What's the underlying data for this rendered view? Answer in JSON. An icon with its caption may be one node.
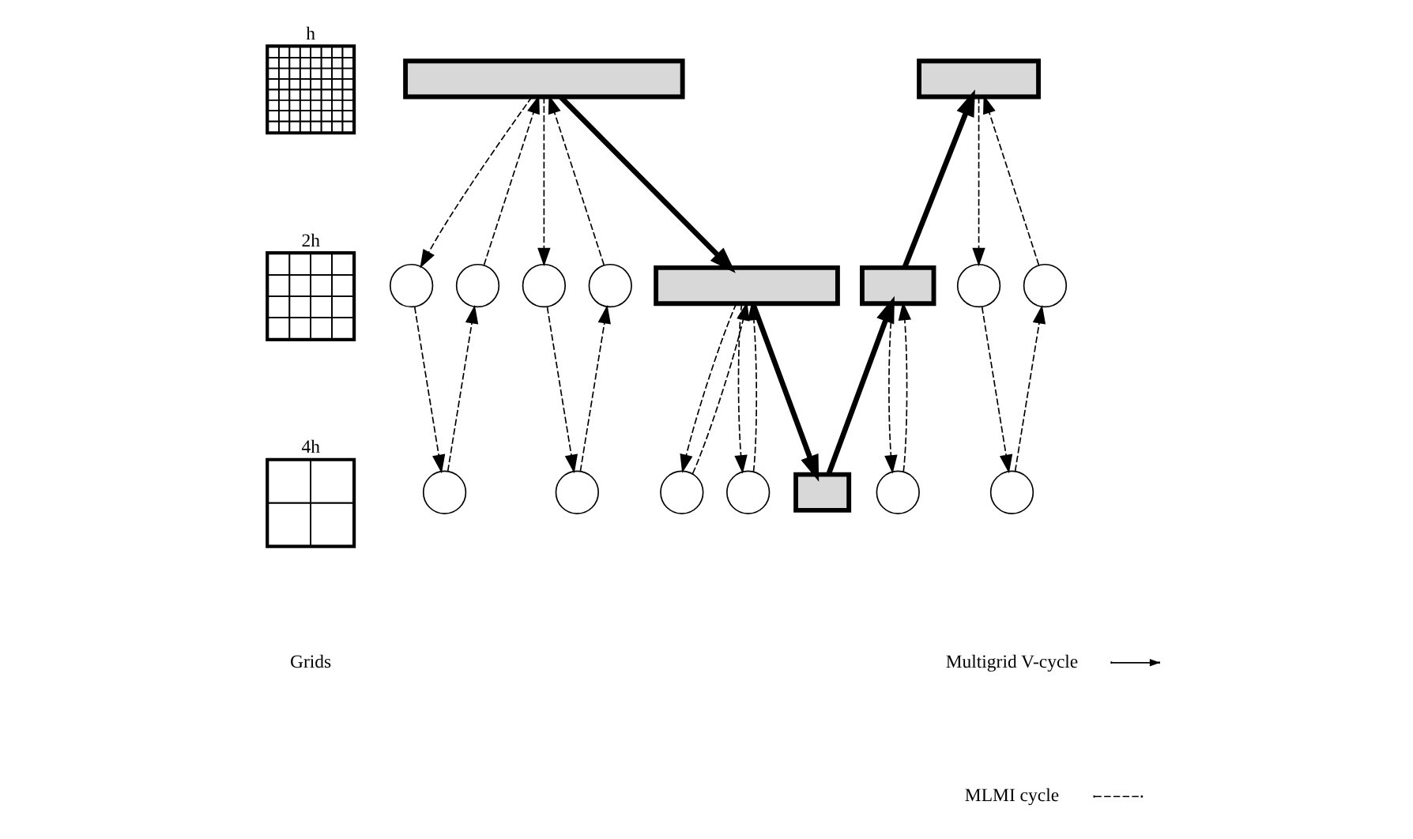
{
  "diagram": {
    "nodes": [
      {
        "text": [
          "h"
        ]
      },
      {
        "text": [
          "2h"
        ]
      },
      {
        "text": [
          "4h"
        ]
      },
      {
        "text": [],
        "shape": "box"
      },
      {
        "text": [],
        "shape": "circle"
      },
      {
        "text": [],
        "shape": "circle"
      },
      {
        "text": [],
        "shape": "circle"
      },
      {
        "text": [],
        "shape": "circle"
      },
      {
        "text": [],
        "shape": "circle"
      },
      {
        "text": [],
        "shape": "circle"
      },
      {
        "text": [],
        "shape": "box"
      },
      {
        "text": [],
        "shape": "circle"
      },
      {
        "text": [],
        "shape": "circle"
      },
      {
        "text": [],
        "shape": "box"
      },
      {
        "text": [],
        "shape": "box"
      },
      {
        "text": [],
        "shape": "circle"
      },
      {
        "text": [],
        "shape": "box"
      },
      {
        "text": [],
        "shape": "circle"
      },
      {
        "text": [],
        "shape": "circle"
      },
      {
        "text": [],
        "shape": "circle"
      }
    ],
    "edges": [
      {
        "from": 3,
        "to": 4,
        "arrow": "to",
        "style": "dashed"
      },
      {
        "from": 5,
        "to": 3,
        "arrow": "to",
        "style": "dashed"
      },
      {
        "from": 3,
        "to": 6,
        "arrow": "to",
        "style": "dashed"
      },
      {
        "from": 7,
        "to": 3,
        "arrow": "to",
        "style": "dashed"
      },
      {
        "from": 4,
        "to": 8,
        "arrow": "to",
        "style": "dashed"
      },
      {
        "from": 8,
        "to": 5,
        "arrow": "to",
        "style": "dashed"
      },
      {
        "from": 6,
        "to": 9,
        "arrow": "to",
        "style": "dashed"
      },
      {
        "from": 9,
        "to": 7,
        "arrow": "to",
        "style": "dashed"
      },
      {
        "from": 3,
        "to": 10,
        "arrow": "to",
        "style": "thick"
      },
      {
        "from": 10,
        "to": 11,
        "arrow": "to",
        "style": "dashed"
      },
      {
        "from": 11,
        "to": 10,
        "arrow": "to",
        "style": "dashed"
      },
      {
        "from": 10,
        "to": 12,
        "arrow": "to",
        "style": "dashed"
      },
      {
        "from": 12,
        "to": 10,
        "arrow": "to",
        "style": "dashed"
      },
      {
        "from": 10,
        "to": 13,
        "arrow": "to",
        "style": "thick"
      },
      {
        "from": 13,
        "to": 14,
        "arrow": "to",
        "style": "thick"
      },
      {
        "from": 14,
        "to": 15,
        "arrow": "to",
        "style": "dashed"
      },
      {
        "from": 15,
        "to": 14,
        "arrow": "to",
        "style": "dashed"
      },
      {
        "from": 14,
        "to": 16,
        "arrow": "to",
        "style": "thick"
      },
      {
        "from": 16,
        "to": 17,
        "arrow": "to",
        "style": "dashed"
      },
      {
        "from": 17,
        "to": 19,
        "arrow": "to",
        "style": "dashed"
      },
      {
        "from": 19,
        "to": 18,
        "arrow": "to",
        "style": "dashed"
      },
      {
        "from": 18,
        "to": 16,
        "arrow": "to",
        "style": "dashed"
      }
    ],
    "labels": [
      "Grids"
    ],
    "legend": [
      {
        "text": "Multigrid V-cycle"
      },
      {
        "text": "MLMI cycle"
      }
    ]
  }
}
